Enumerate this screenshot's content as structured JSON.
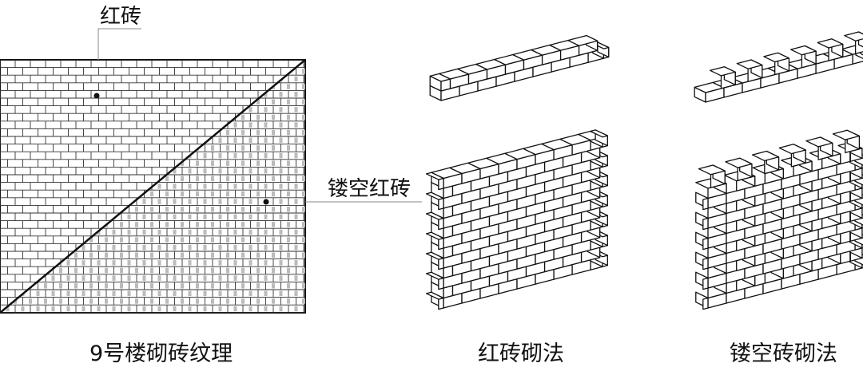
{
  "labels": {
    "red_brick": "红砖",
    "hollow_red_brick": "镂空红砖"
  },
  "captions": {
    "texture": "9号楼砌砖纹理",
    "red_brick_bond": "红砖砌法",
    "hollow_brick_bond": "镂空砖砌法"
  },
  "colors": {
    "line": "#111111",
    "background": "#ffffff",
    "callout_line": "#8a8a8a"
  }
}
